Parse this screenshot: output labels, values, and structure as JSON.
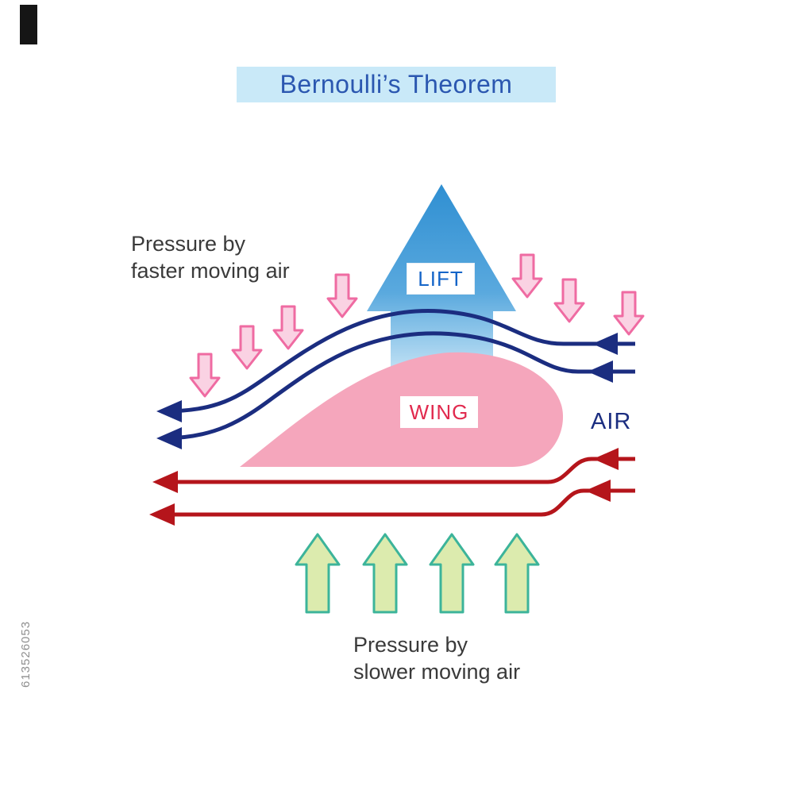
{
  "title": "Bernoulli’s Theorem",
  "diagram": {
    "lift_label": "LIFT",
    "wing_label": "WING",
    "air_label": "AIR",
    "fast_pressure": {
      "line1": "Pressure by",
      "line2": "faster moving air"
    },
    "slow_pressure": {
      "line1": "Pressure by",
      "line2": "slower moving air"
    }
  },
  "watermark": {
    "id": "613526053"
  },
  "colors": {
    "title_bg": "#c9e9f8",
    "title_text": "#2b57b0",
    "lift_arrow_top": "#2f8fd2",
    "lift_arrow_bottom": "#cfe9f8",
    "lift_text": "#1565c8",
    "wing_fill": "#f5a6bc",
    "wing_text": "#e12a4e",
    "fast_stream": "#1b2d80",
    "slow_stream": "#b5151b",
    "fast_pressure_arrow_stroke": "#ef6ba2",
    "fast_pressure_arrow_fill": "#fad2e3",
    "slow_pressure_arrow_stroke": "#3cb49a",
    "slow_pressure_arrow_fill": "#dcebae",
    "air_text": "#1b2d80",
    "annotation_text": "#3a3a3a"
  }
}
